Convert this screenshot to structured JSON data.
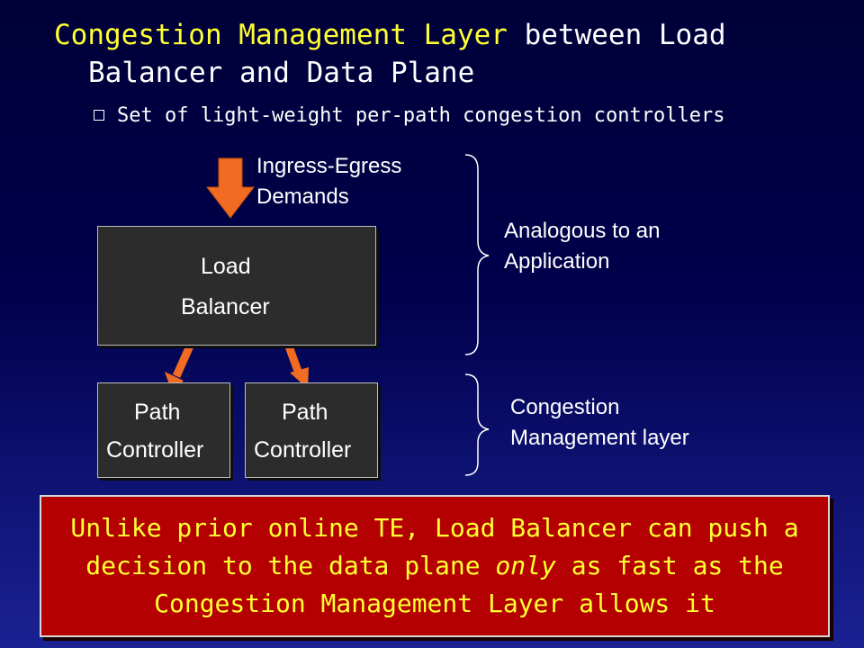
{
  "title": {
    "highlight": "Congestion Management Layer",
    "rest": " between Load",
    "line2": "Balancer and Data Plane"
  },
  "bullet": {
    "text": "Set of light-weight per-path congestion controllers"
  },
  "diagram": {
    "ingress_line1": "Ingress-Egress",
    "ingress_line2": "Demands",
    "load_balancer_line1": "Load",
    "load_balancer_line2": "Balancer",
    "path_controller_1_line1": "Path",
    "path_controller_1_line2": "Controller",
    "path_controller_2_line1": "Path",
    "path_controller_2_line2": "Controller",
    "app_note_line1": "Analogous to an",
    "app_note_line2": "Application",
    "cm_note_line1": "Congestion",
    "cm_note_line2": "Management layer",
    "arrow_color": "#f26b22"
  },
  "banner": {
    "line1": "Unlike prior online TE, Load Balancer can push a",
    "line2_before": "decision to the data plane ",
    "line2_emph": "only",
    "line2_after": " as fast as the",
    "line3": "Congestion Management Layer allows it",
    "bg_color": "#b40000",
    "text_color": "#ffff33"
  }
}
